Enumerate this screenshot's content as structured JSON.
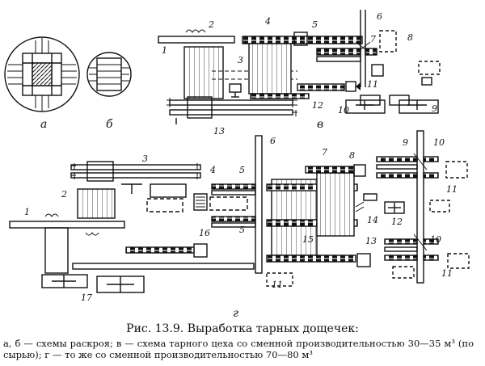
{
  "panels": {
    "a": "а",
    "b": "б",
    "v": "в",
    "g": "г"
  },
  "labels_v": [
    "1",
    "2",
    "3",
    "4",
    "5",
    "6",
    "7",
    "8",
    "9",
    "10",
    "11",
    "12",
    "13"
  ],
  "labels_g": [
    "1",
    "2",
    "3",
    "4",
    "5",
    "5",
    "6",
    "7",
    "8",
    "9",
    "10",
    "10",
    "11",
    "11",
    "11",
    "12",
    "13",
    "14",
    "15",
    "16",
    "17"
  ],
  "caption": {
    "title": "Рис. 13.9. Выработка тарных дощечек:",
    "body": "а, б — схемы раскроя; в — схема тарного цеха со сменной производительностью 30—35 м³ (по сырью); г — то же со сменной производительностью 70—80 м³"
  }
}
